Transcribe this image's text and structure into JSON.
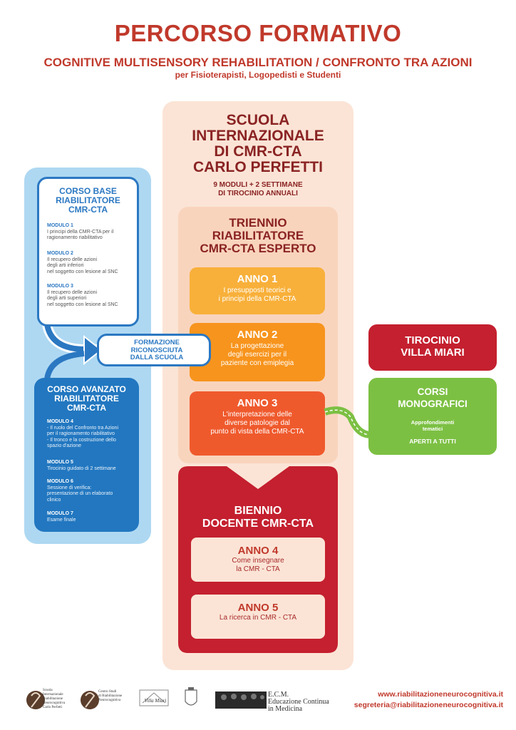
{
  "header": {
    "title": "PERCORSO FORMATIVO",
    "subtitle": "COGNITIVE MULTISENSORY REHABILITATION / CONFRONTO TRA AZIONI",
    "audience": "per Fisioterapisti, Logopedisti e Studenti"
  },
  "school": {
    "title": "SCUOLA\nINTERNAZIONALE\nDI CMR-CTA\nCARLO PERFETTI",
    "subtitle": "9 MODULI + 2 SETTIMANE\nDI TIROCINIO ANNUALI"
  },
  "triennio": {
    "title": "TRIENNIO\nRIABILITATORE\nCMR-CTA ESPERTO",
    "years": [
      {
        "label": "ANNO 1",
        "desc": "I presupposti teorici e\ni principi della CMR-CTA"
      },
      {
        "label": "ANNO 2",
        "desc": "La progettazione\ndegli esercizi per il\npaziente con emiplegia"
      },
      {
        "label": "ANNO 3",
        "desc": "L'interpretazione delle\ndiverse patologie dal\npunto di vista della CMR-CTA"
      }
    ]
  },
  "biennio": {
    "title": "BIENNIO\nDOCENTE CMR-CTA",
    "years": [
      {
        "label": "ANNO 4",
        "desc": "Come insegnare\nla CMR - CTA"
      },
      {
        "label": "ANNO 5",
        "desc": "La ricerca in CMR - CTA"
      }
    ]
  },
  "corso_base": {
    "title": "CORSO BASE\nRIABILITATORE\nCMR-CTA",
    "modules": [
      {
        "label": "MODULO 1",
        "desc": "I principi della CMR-CTA per il\nragionamento riabilitativo"
      },
      {
        "label": "MODULO 2",
        "desc": "Il recupero delle azioni\ndegli arti inferiori\nnel soggetto con lesione al SNC"
      },
      {
        "label": "MODULO 3",
        "desc": "Il recupero delle azioni\ndegli arti superiori\nnel soggetto con lesione al SNC"
      }
    ]
  },
  "formazione": {
    "text": "FORMAZIONE\nRICONOSCIUTA\nDALLA SCUOLA"
  },
  "corso_avanzato": {
    "title": "CORSO AVANZATO\nRIABILITATORE\nCMR-CTA",
    "modules": [
      {
        "label": "MODULO 4",
        "desc": "- Il ruolo del Confronto tra Azioni\nper il ragionamento riabilitativo\n- Il tronco e la costruzione dello\nspazio d'azione"
      },
      {
        "label": "MODULO 5",
        "desc": "Tirocinio guidato di 2 settimane"
      },
      {
        "label": "MODULO 6",
        "desc": "Sessione di verifica:\npresentazione di un elaborato\nclinico"
      },
      {
        "label": "MODULO 7",
        "desc": "Esame finale"
      }
    ]
  },
  "tirocinio": {
    "text": "TIROCINIO\nVILLA MIARI"
  },
  "corsi": {
    "title": "CORSI\nMONOGRAFICI",
    "desc": "Approfondimenti\ntematici",
    "open": "APERTI A TUTTI"
  },
  "footer": {
    "logos": [
      {
        "name": "sirn-logo",
        "text": "Scuola\nInternazionale\nRiabilitazione\nNeurocognitiva\nCarlo Perfetti"
      },
      {
        "name": "csrn-logo",
        "text": "Centro Studi\ndi Riabilitazione\nNeurocognitiva"
      },
      {
        "name": "villa-miari-logo",
        "text": "Villa Miari"
      },
      {
        "name": "comune-logo",
        "text": ""
      },
      {
        "name": "ecm-logo",
        "text": "E.C.M.\nEducazione Continua in Medicina"
      }
    ],
    "website": "www.riabilitazioneneurocognitiva.it",
    "email": "segreteria@riabilitazioneneurocognitiva.it"
  },
  "colors": {
    "brand_red": "#c0392b",
    "blue": "#2277c0",
    "light_blue": "#aed8f2",
    "green": "#7cc043",
    "anno1": "#f8b03a",
    "anno2": "#f7941d",
    "anno3": "#ef5a2d",
    "biennio": "#c4202f"
  }
}
